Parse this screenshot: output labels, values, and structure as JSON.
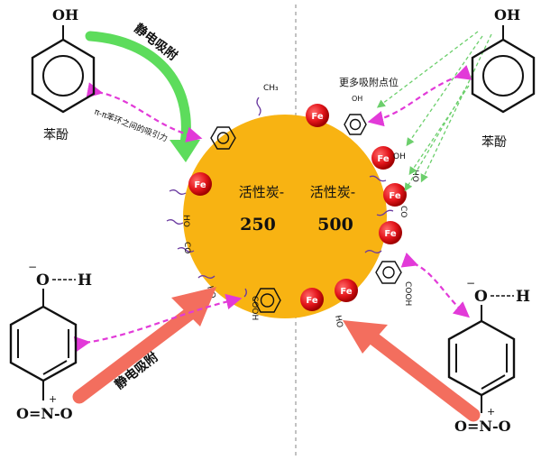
{
  "carbon": {
    "left_label": "活性炭-",
    "left_number": "250",
    "right_label": "活性炭-",
    "right_number": "500",
    "fe_label": "Fe"
  },
  "phenol": {
    "oh": "OH",
    "name_left": "苯酚",
    "name_right": "苯酚"
  },
  "nitrophenol": {
    "o_minus": "O",
    "h": "H",
    "nitro": "O=N-O",
    "charge_minus": "−",
    "charge_plus": "+"
  },
  "annotations": {
    "electrostatic_top": "静电吸附",
    "electrostatic_bottom": "静电吸附",
    "pi_pi": "π-π苯环之间的吸引力",
    "more_sites": "更多吸附点位"
  },
  "groups": {
    "ch3": "CH₃",
    "cooh": "COOH",
    "co": "CO",
    "oh": "OH",
    "ho": "HO"
  },
  "colors": {
    "carbon": "#f8b312",
    "fe_red": "#e4161c",
    "green_arrow": "#5ddc5c",
    "salmon_arrow": "#f36e5e",
    "magenta": "#e23ad8",
    "green_dash": "#6ccf6c",
    "divider": "#9a9a9a"
  }
}
